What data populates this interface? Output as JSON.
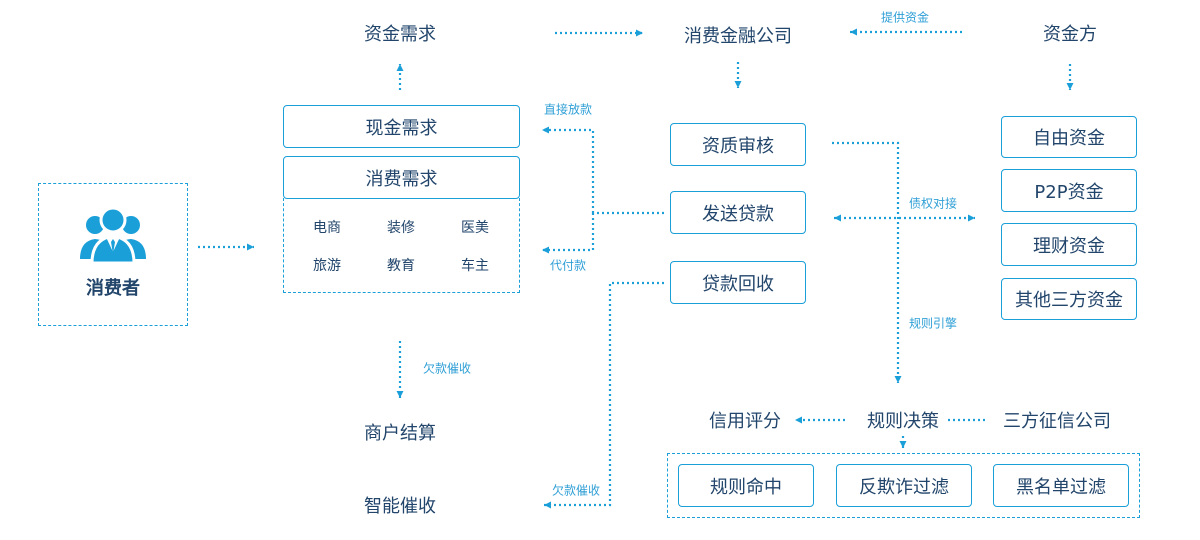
{
  "colors": {
    "accent": "#1a9fd9",
    "text": "#22456b"
  },
  "consumer": {
    "label": "消费者",
    "icon": "user-group-icon"
  },
  "demand": {
    "fund_demand": "资金需求",
    "cash_demand": "现金需求",
    "consumption_demand": "消费需求",
    "categories": [
      "电商",
      "装修",
      "医美",
      "旅游",
      "教育",
      "车主"
    ],
    "merchant_settlement": "商户结算",
    "smart_collection": "智能催收"
  },
  "company": {
    "title": "消费金融公司",
    "steps": [
      "资质审核",
      "发送贷款",
      "贷款回收"
    ]
  },
  "funders": {
    "title": "资金方",
    "sources": [
      "自由资金",
      "P2P资金",
      "理财资金",
      "其他三方资金"
    ]
  },
  "decision": {
    "credit_score": "信用评分",
    "rule_decision": "规则决策",
    "credit_bureau": "三方征信公司",
    "filters": [
      "规则命中",
      "反欺诈过滤",
      "黑名单过滤"
    ]
  },
  "edge_labels": {
    "provide_funds": "提供资金",
    "direct_loan": "直接放款",
    "payment_on_behalf": "代付款",
    "overdue_collection_merchant": "欠款催收",
    "overdue_collection_recovery": "欠款催收",
    "debt_matching": "债权对接",
    "rule_engine": "规则引擎"
  }
}
